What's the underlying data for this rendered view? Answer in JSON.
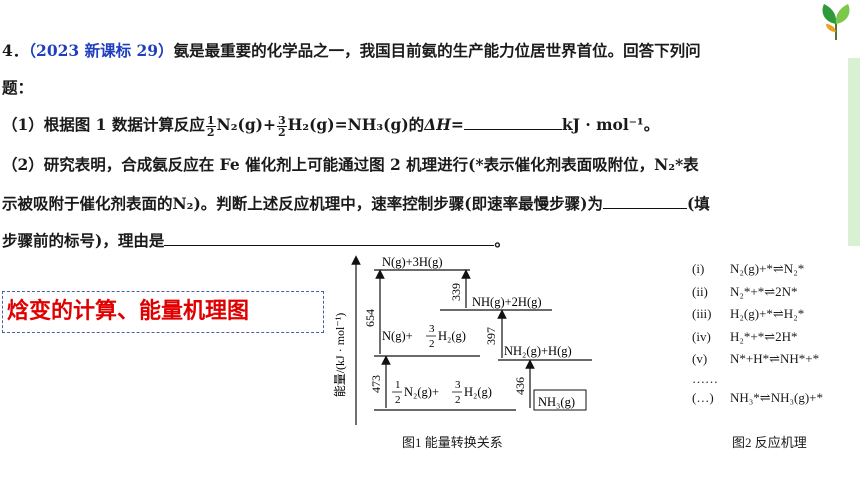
{
  "question": {
    "number": "4．",
    "source": "（2023 新课标 29）",
    "line1": "氨是最重要的化学品之一，我国目前氨的生产能力位居世界首位。回答下列问",
    "line2": "题：",
    "part1_prefix": "（1）根据图 1 数据计算反应",
    "part1_eq_a": "N₂(g)+",
    "part1_eq_b": "H₂(g)=NH₃(g)的",
    "part1_dh": "ΔH=",
    "part1_unit": "kJ · mol⁻¹。",
    "frac_num_1": "1",
    "frac_den_1": "2",
    "frac_num_2": "3",
    "frac_den_2": "2",
    "part2_line1": "（2）研究表明，合成氨反应在 Fe 催化剂上可能通过图 2 机理进行(*表示催化剂表面吸附位，N₂*表",
    "part2_line2_a": "示被吸附于催化剂表面的N₂)。判断上述反应机理中，速率控制步骤(即速率最慢步骤)为",
    "part2_line2_b": "(填",
    "part2_line3_a": "步骤前的标号)，理由是",
    "part2_line3_b": "。"
  },
  "tag_label": "焓变的计算、能量机理图",
  "figure1": {
    "caption": "图1  能量转换关系",
    "ylabel": "能量/(kJ · mol⁻¹)",
    "levels": {
      "top": "N(g)+3H(g)",
      "nh": "NH(g)+2H(g)",
      "n_left": "N(g)+",
      "n_right": "H₂(g)",
      "nh2": "NH₂(g)+H(g)",
      "bottom_a": "N₂(g)+",
      "bottom_b": "H₂(g)",
      "nh3": "NH₃(g)"
    },
    "fractions": {
      "half_num": "1",
      "half_den": "2",
      "threehalf_num": "3",
      "threehalf_den": "2"
    },
    "values": {
      "v654": "654",
      "v339": "339",
      "v397": "397",
      "v473": "473",
      "v436": "436"
    }
  },
  "figure2": {
    "caption": "图2  反应机理",
    "steps": [
      {
        "label": "(i)",
        "eq": "N₂(g)+*⇌N₂*"
      },
      {
        "label": "(ii)",
        "eq": "N₂*+*⇌2N*"
      },
      {
        "label": "(iii)",
        "eq": "H₂(g)+*⇌H₂*"
      },
      {
        "label": "(iv)",
        "eq": "H₂*+*⇌2H*"
      },
      {
        "label": "(v)",
        "eq": "N*+H*⇌NH*+*"
      },
      {
        "label": "",
        "eq": "……"
      },
      {
        "label": "(…)",
        "eq": "NH₃*⇌NH₃(g)+*"
      }
    ]
  }
}
